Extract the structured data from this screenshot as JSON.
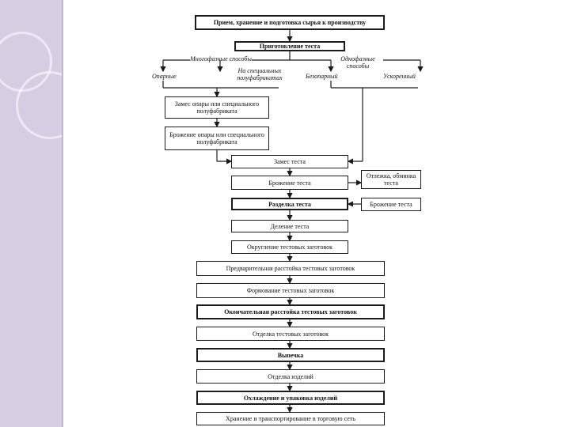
{
  "diagram": {
    "title": "Прием, хранение и подготовка сырья к производству",
    "dough_prep": "Приготовление теста",
    "multiphase": "Многофазные способы",
    "singlephase": "Однофазные способы",
    "sponge": "Опарные",
    "semi_product": "На специальных полуфабрикатах",
    "no_sponge": "Безопарный",
    "accelerated": "Ускоренный",
    "kneading_sponge": "Замес опары или специального полуфабриката",
    "fermenting_sponge": "Брожение опары или специального полуфабриката",
    "kneading_dough": "Замес теста",
    "fermenting_dough": "Брожение теста",
    "resting": "Отлежка, обминка теста",
    "cutting": "Разделка теста",
    "fermenting_dough_2": "Брожение теста",
    "dividing": "Деление теста",
    "rounding": "Округление тестовых заготовок",
    "preproofing": "Предварительная расстойка тестовых заготовок",
    "shaping": "Формование тестовых заготовок",
    "final_proofing": "Окончательная расстойка тестовых заготовок",
    "finishing_blanks": "Отделка тестовых заготовок",
    "baking": "Выпечка",
    "finishing_products": "Отделка изделий",
    "cooling_packing": "Охлаждение и упаковка изделий",
    "storage_transport": "Хранение и транспортирование в торговую сеть"
  }
}
